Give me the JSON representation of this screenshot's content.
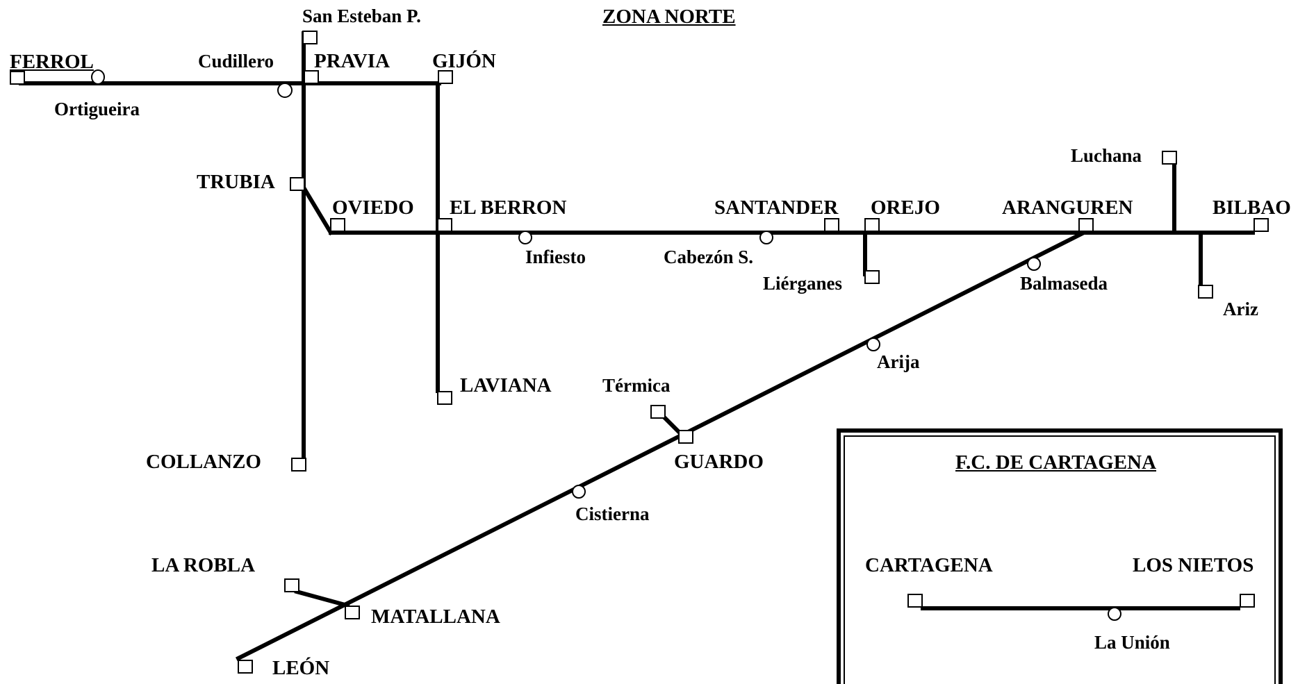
{
  "title": "ZONA  NORTE",
  "colors": {
    "track": "#000000",
    "background": "#ffffff"
  },
  "symbols": {
    "station_major": "square-symbol",
    "station_minor": "circle-symbol"
  },
  "stations": {
    "san_esteban": "San Esteban P.",
    "ferrol": "FERROL",
    "cudillero": "Cudillero",
    "pravia": "PRAVIA",
    "gijon": "GIJÓN",
    "ortigueira": "Ortigueira",
    "trubia": "TRUBIA",
    "oviedo": "OVIEDO",
    "el_berron": "EL BERRON",
    "santander": "SANTANDER",
    "orejo": "OREJO",
    "aranguren": "ARANGUREN",
    "bilbao": "BILBAO",
    "luchana": "Luchana",
    "infiesto": "Infiesto",
    "cabezon": "Cabezón S.",
    "lierganes": "Liérganes",
    "balmaseda": "Balmaseda",
    "ariz": "Ariz",
    "arija": "Arija",
    "laviana": "LAVIANA",
    "termica": "Térmica",
    "collanzo": "COLLANZO",
    "guardo": "GUARDO",
    "cistierna": "Cistierna",
    "la_robla": "LA ROBLA",
    "matallana": "MATALLANA",
    "leon": "LEÓN"
  },
  "inset": {
    "title": "F.C.  DE  CARTAGENA",
    "stations": {
      "cartagena": "CARTAGENA",
      "los_nietos": "LOS NIETOS",
      "la_union": "La Unión"
    }
  }
}
